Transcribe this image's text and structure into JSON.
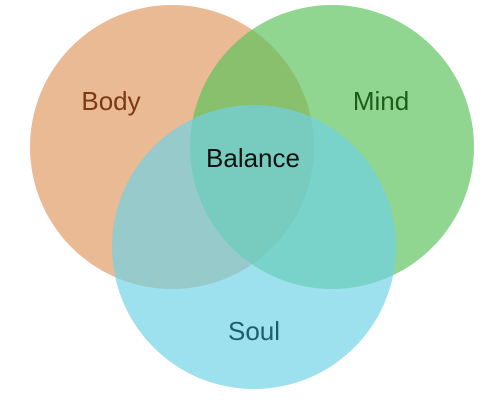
{
  "diagram": {
    "type": "venn",
    "sets": [
      {
        "id": "body",
        "label": "Body",
        "color": "#e09a62",
        "text_color": "#7a3a14"
      },
      {
        "id": "mind",
        "label": "Mind",
        "color": "#5cc25c",
        "text_color": "#1d5c1d"
      },
      {
        "id": "soul",
        "label": "Soul",
        "color": "#6ed2e6",
        "text_color": "#1e5d6e"
      }
    ],
    "center": {
      "label": "Balance",
      "text_color": "#111111"
    }
  }
}
